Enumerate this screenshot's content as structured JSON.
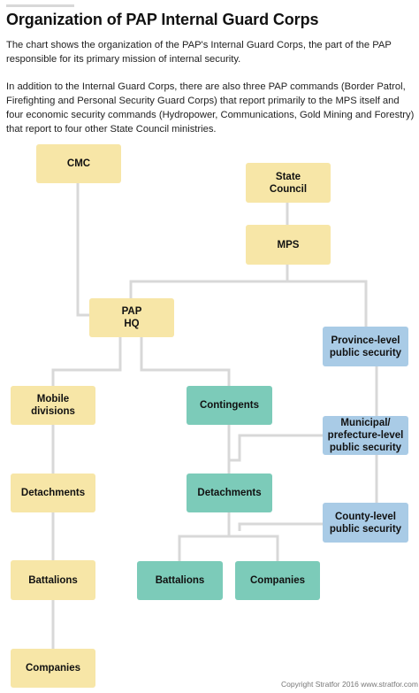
{
  "title": "Organization of PAP Internal Guard Corps",
  "paragraphs": [
    "The chart shows the organization of the PAP's Internal Guard Corps, the part of the PAP responsible for its primary mission of internal security.",
    "In addition to the Internal Guard Corps, there are also three PAP commands (Border Patrol, Firefighting and Personal Security Guard Corps) that report primarily to the MPS itself and four economic security commands (Hydropower, Communications, Gold Mining and Forestry) that report to four other State Council ministries."
  ],
  "nodes": {
    "cmc": "CMC",
    "state_council": "State\nCouncil",
    "mps": "MPS",
    "pap_hq": "PAP\nHQ",
    "province_security": "Province-level\npublic security",
    "mobile_divisions": "Mobile\ndivisions",
    "contingents": "Contingents",
    "municipal_security": "Municipal/\nprefecture-level\npublic security",
    "detachments_left": "Detachments",
    "detachments_mid": "Detachments",
    "county_security": "County-level\npublic security",
    "battalions_left": "Battalions",
    "battalions_mid": "Battalions",
    "companies_mid": "Companies",
    "companies_left": "Companies"
  },
  "colors": {
    "pap": "#f7e6a7",
    "contingent": "#7ccbb9",
    "public_security": "#a9cbe6",
    "connector": "#d8d8d8"
  },
  "footer": "Copyright Stratfor 2016  www.stratfor.com"
}
